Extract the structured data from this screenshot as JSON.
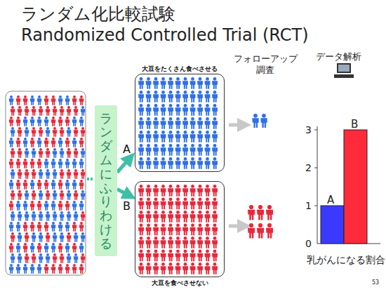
{
  "diagram": {
    "title": "ランダム化比較試験",
    "nodes": [
      {
        "text": [
          "ランダムにふりわける"
        ]
      },
      {
        "text": [
          "大豆をたくさん食べさせる"
        ]
      },
      {
        "text": [
          "大豆を食べさせない"
        ]
      }
    ],
    "edges": [
      {
        "from": 0,
        "to": 1,
        "arrow": "to",
        "label": "A"
      },
      {
        "from": 0,
        "to": 2,
        "arrow": "to",
        "label": "B"
      }
    ],
    "labels": [
      "Randomized Controlled Trial (RCT)",
      "フォローアップ 調査",
      "データ解析",
      "A",
      "B",
      "3",
      "2",
      "1",
      "0",
      "乳がんになる割合",
      "53"
    ]
  }
}
